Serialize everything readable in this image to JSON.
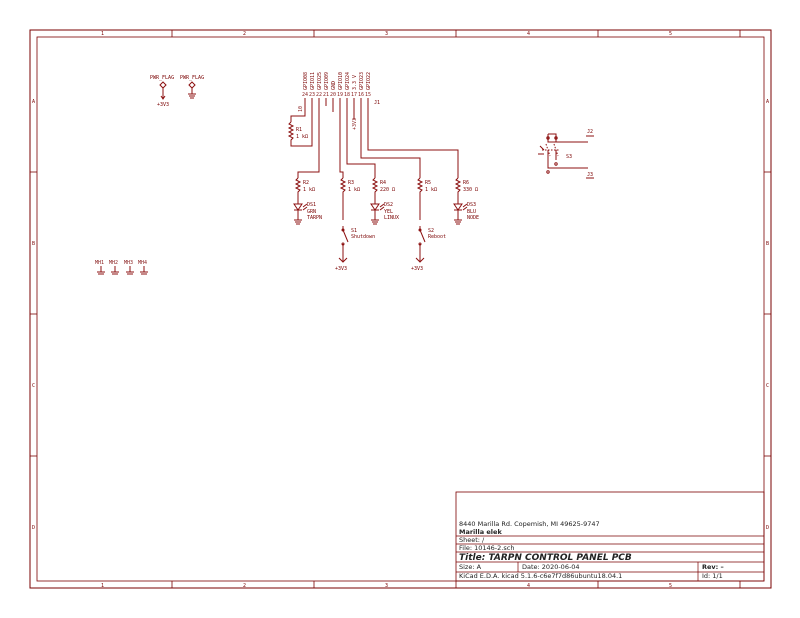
{
  "frame": {
    "columns": [
      "1",
      "2",
      "3",
      "4",
      "5"
    ],
    "rows": [
      "A",
      "B",
      "C",
      "D"
    ]
  },
  "power_flags": [
    {
      "label": "PWR_FLAG",
      "net": "+3V3"
    },
    {
      "label": "PWR_FLAG",
      "net": ""
    }
  ],
  "connector": {
    "ref": "J1",
    "signals": [
      "GPIO08",
      "GPIO11",
      "GPIO25",
      "GPIO09",
      "GND",
      "GPIO10",
      "GPIO24",
      "3.3 V",
      "GPIO23",
      "GPIO22"
    ],
    "pins": [
      "24",
      "23",
      "22",
      "21",
      "20",
      "19",
      "18",
      "17",
      "16",
      "15"
    ],
    "pin_side_labels": [
      "10",
      "+3V3"
    ]
  },
  "resistors": [
    {
      "ref": "R1",
      "value": "1 kΩ"
    },
    {
      "ref": "R2",
      "value": "1 kΩ"
    },
    {
      "ref": "R3",
      "value": "1 kΩ"
    },
    {
      "ref": "R4",
      "value": "220 Ω"
    },
    {
      "ref": "R5",
      "value": "1 kΩ"
    },
    {
      "ref": "R6",
      "value": "330 Ω"
    }
  ],
  "leds": [
    {
      "ref": "DS1",
      "color": "GRN",
      "label": "TARPN"
    },
    {
      "ref": "DS2",
      "color": "YEL",
      "label": "LINUX"
    },
    {
      "ref": "DS3",
      "color": "BLU",
      "label": "NODE"
    }
  ],
  "switches": [
    {
      "ref": "S1",
      "label": "Shutdown",
      "net": "+3V3"
    },
    {
      "ref": "S2",
      "label": "Reboot",
      "net": "+3V3"
    },
    {
      "ref": "S3",
      "label": ""
    }
  ],
  "jumpers": [
    "J2",
    "J3"
  ],
  "mounting_holes": [
    "MH1",
    "MH2",
    "MH3",
    "MH4"
  ],
  "title_block": {
    "address": "8440 Marilla Rd. Copemish, MI 49625-9747",
    "company": "Marilla elek",
    "sheet": "Sheet: /",
    "file": "File: 10146-2.sch",
    "title": "Title: TARPN CONTROL PANEL PCB",
    "size": "Size: A",
    "date": "Date: 2020-06-04",
    "rev": "Rev: –",
    "tool": "KiCad E.D.A.  kicad 5.1.6-c6e7f7d86ubuntu18.04.1",
    "id": "Id: 1/1"
  }
}
